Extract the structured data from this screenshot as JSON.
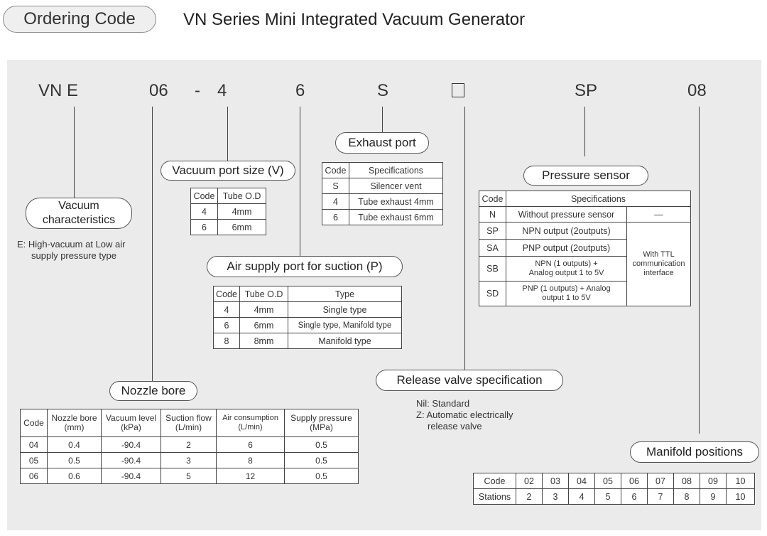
{
  "header": {
    "badge": "Ordering Code",
    "title": "VN Series Mini Integrated Vacuum Generator"
  },
  "code_parts": {
    "vne": "VN E",
    "nozzle": "06",
    "dash": "-",
    "vacuum_port": "4",
    "air_supply": "6",
    "exhaust": "S",
    "release_valve": "□",
    "sensor": "SP",
    "manifold": "08"
  },
  "vacuum_characteristics": {
    "label_line1": "Vacuum",
    "label_line2": "characteristics",
    "note_line1": "E: High-vacuum at Low air",
    "note_line2": "supply pressure type"
  },
  "vacuum_port_size": {
    "label": "Vacuum port size (V)",
    "headers": [
      "Code",
      "Tube O.D"
    ],
    "rows": [
      [
        "4",
        "4mm"
      ],
      [
        "6",
        "6mm"
      ]
    ]
  },
  "exhaust_port": {
    "label": "Exhaust port",
    "headers": [
      "Code",
      "Specifications"
    ],
    "rows": [
      [
        "S",
        "Silencer vent"
      ],
      [
        "4",
        "Tube exhaust 4mm"
      ],
      [
        "6",
        "Tube exhaust 6mm"
      ]
    ]
  },
  "air_supply_port": {
    "label": "Air supply port for suction (P)",
    "headers": [
      "Code",
      "Tube O.D",
      "Type"
    ],
    "rows": [
      [
        "4",
        "4mm",
        "Single type"
      ],
      [
        "6",
        "6mm",
        "Single type, Manifold type"
      ],
      [
        "8",
        "8mm",
        "Manifold type"
      ]
    ]
  },
  "pressure_sensor": {
    "label": "Pressure sensor",
    "headers": [
      "Code",
      "Specifications"
    ],
    "rows": [
      [
        "N",
        "Without pressure sensor",
        "—"
      ],
      [
        "SP",
        "NPN output (2outputs)"
      ],
      [
        "SA",
        "PNP output (2outputs)"
      ],
      [
        "SB",
        "NPN (1 outputs) + Analog output 1 to 5V"
      ],
      [
        "SD",
        "PNP (1 outputs) + Analog output 1 to 5V"
      ]
    ],
    "ttl_note": "With TTL communication interface"
  },
  "nozzle_bore": {
    "label": "Nozzle bore",
    "headers": [
      [
        "Code",
        ""
      ],
      [
        "Nozzle bore",
        "(mm)"
      ],
      [
        "Vacuum level",
        "(kPa)"
      ],
      [
        "Suction flow",
        "(L/min)"
      ],
      [
        "Air consumption",
        "(L/min)"
      ],
      [
        "Supply pressure",
        "(MPa)"
      ]
    ],
    "rows": [
      [
        "04",
        "0.4",
        "-90.4",
        "2",
        "6",
        "0.5"
      ],
      [
        "05",
        "0.5",
        "-90.4",
        "3",
        "8",
        "0.5"
      ],
      [
        "06",
        "0.6",
        "-90.4",
        "5",
        "12",
        "0.5"
      ]
    ]
  },
  "release_valve": {
    "label": "Release valve specification",
    "note_line1": "Nil: Standard",
    "note_line2": "Z: Automatic electrically",
    "note_line3": "release valve"
  },
  "manifold_positions": {
    "label": "Manifold positions",
    "code_label": "Code",
    "stations_label": "Stations",
    "codes": [
      "02",
      "03",
      "04",
      "05",
      "06",
      "07",
      "08",
      "09",
      "10"
    ],
    "stations": [
      "2",
      "3",
      "4",
      "5",
      "6",
      "7",
      "8",
      "9",
      "10"
    ]
  }
}
